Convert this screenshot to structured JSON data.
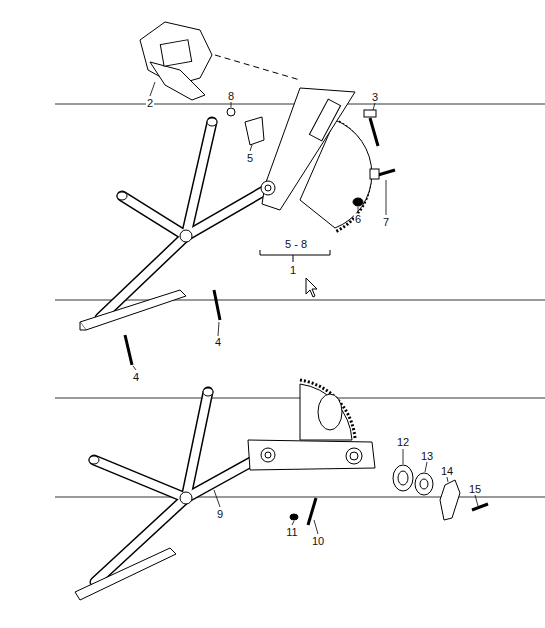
{
  "diagram": {
    "labels": [
      "2",
      "8",
      "3",
      "5",
      "6",
      "7",
      "5 - 8",
      "1",
      "4",
      "4",
      "12",
      "13",
      "14",
      "15",
      "9",
      "11",
      "10"
    ]
  }
}
